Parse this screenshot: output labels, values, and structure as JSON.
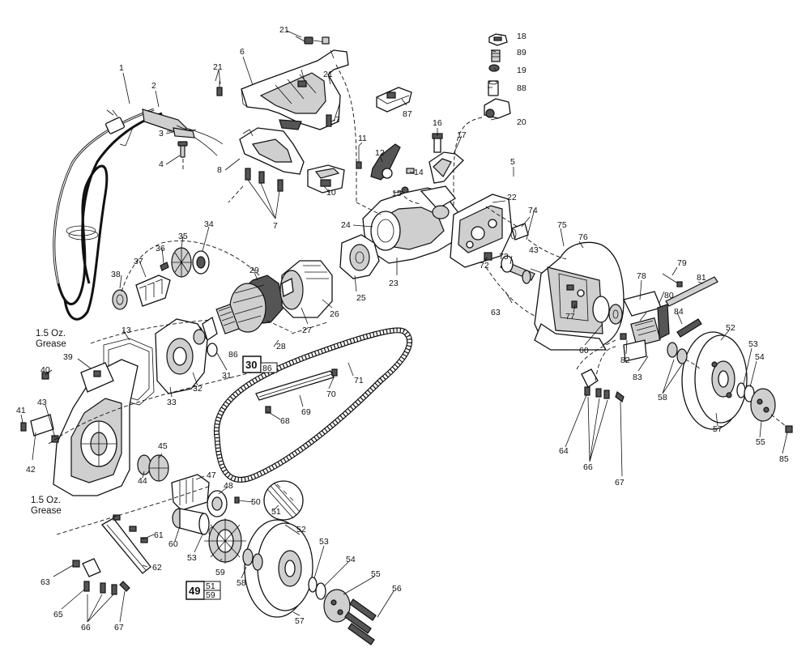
{
  "notes": {
    "grease_top": [
      "1.5 Oz.",
      "Grease"
    ],
    "grease_bottom": [
      "1.5 Oz.",
      "Grease"
    ]
  },
  "boxes": {
    "armature": {
      "main": "30",
      "sub": "86"
    },
    "sprocket": {
      "main": "49",
      "sub_top": "51",
      "sub_bottom": "59"
    }
  },
  "labels": [
    {
      "id": "l1",
      "text": "1"
    },
    {
      "id": "l2",
      "text": "2"
    },
    {
      "id": "l3",
      "text": "3"
    },
    {
      "id": "l4",
      "text": "4"
    },
    {
      "id": "l5",
      "text": "5"
    },
    {
      "id": "l6",
      "text": "6"
    },
    {
      "id": "l7a",
      "text": "7"
    },
    {
      "id": "l7b",
      "text": "7"
    },
    {
      "id": "l8",
      "text": "8"
    },
    {
      "id": "l10",
      "text": "10"
    },
    {
      "id": "l11",
      "text": "11"
    },
    {
      "id": "l12",
      "text": "12"
    },
    {
      "id": "l13",
      "text": "13"
    },
    {
      "id": "l14",
      "text": "14"
    },
    {
      "id": "l15",
      "text": "15"
    },
    {
      "id": "l16",
      "text": "16"
    },
    {
      "id": "l17",
      "text": "17"
    },
    {
      "id": "l18",
      "text": "18"
    },
    {
      "id": "l19",
      "text": "19"
    },
    {
      "id": "l20",
      "text": "20"
    },
    {
      "id": "l21a",
      "text": "21"
    },
    {
      "id": "l21b",
      "text": "21"
    },
    {
      "id": "l21c",
      "text": "21"
    },
    {
      "id": "l22",
      "text": "22"
    },
    {
      "id": "l23",
      "text": "23"
    },
    {
      "id": "l24",
      "text": "24"
    },
    {
      "id": "l25",
      "text": "25"
    },
    {
      "id": "l26",
      "text": "26"
    },
    {
      "id": "l27",
      "text": "27"
    },
    {
      "id": "l28",
      "text": "28"
    },
    {
      "id": "l29",
      "text": "29"
    },
    {
      "id": "l31",
      "text": "31"
    },
    {
      "id": "l32",
      "text": "32"
    },
    {
      "id": "l33",
      "text": "33"
    },
    {
      "id": "l34",
      "text": "34"
    },
    {
      "id": "l35",
      "text": "35"
    },
    {
      "id": "l36",
      "text": "36"
    },
    {
      "id": "l37",
      "text": "37"
    },
    {
      "id": "l38",
      "text": "38"
    },
    {
      "id": "l39",
      "text": "39"
    },
    {
      "id": "l40",
      "text": "40"
    },
    {
      "id": "l41",
      "text": "41"
    },
    {
      "id": "l42",
      "text": "42"
    },
    {
      "id": "l43a",
      "text": "43"
    },
    {
      "id": "l43b",
      "text": "43"
    },
    {
      "id": "l44",
      "text": "44"
    },
    {
      "id": "l45",
      "text": "45"
    },
    {
      "id": "l47",
      "text": "47"
    },
    {
      "id": "l48",
      "text": "48"
    },
    {
      "id": "l50",
      "text": "50"
    },
    {
      "id": "l51",
      "text": "51"
    },
    {
      "id": "l52a",
      "text": "52"
    },
    {
      "id": "l52b",
      "text": "52"
    },
    {
      "id": "l53a",
      "text": "53"
    },
    {
      "id": "l53b",
      "text": "53"
    },
    {
      "id": "l53c",
      "text": "53"
    },
    {
      "id": "l54a",
      "text": "54"
    },
    {
      "id": "l54b",
      "text": "54"
    },
    {
      "id": "l55a",
      "text": "55"
    },
    {
      "id": "l55b",
      "text": "55"
    },
    {
      "id": "l56",
      "text": "56"
    },
    {
      "id": "l57a",
      "text": "57"
    },
    {
      "id": "l57b",
      "text": "57"
    },
    {
      "id": "l58a",
      "text": "58"
    },
    {
      "id": "l58b",
      "text": "58"
    },
    {
      "id": "l59",
      "text": "59"
    },
    {
      "id": "l60a",
      "text": "60"
    },
    {
      "id": "l60b",
      "text": "60"
    },
    {
      "id": "l61",
      "text": "61"
    },
    {
      "id": "l62",
      "text": "62"
    },
    {
      "id": "l63a",
      "text": "63"
    },
    {
      "id": "l63b",
      "text": "63"
    },
    {
      "id": "l64",
      "text": "64"
    },
    {
      "id": "l65",
      "text": "65"
    },
    {
      "id": "l66a",
      "text": "66"
    },
    {
      "id": "l66b",
      "text": "66"
    },
    {
      "id": "l67a",
      "text": "67"
    },
    {
      "id": "l67b",
      "text": "67"
    },
    {
      "id": "l68",
      "text": "68"
    },
    {
      "id": "l69",
      "text": "69"
    },
    {
      "id": "l70",
      "text": "70"
    },
    {
      "id": "l71",
      "text": "71"
    },
    {
      "id": "l72",
      "text": "72"
    },
    {
      "id": "l73",
      "text": "73"
    },
    {
      "id": "l74",
      "text": "74"
    },
    {
      "id": "l75",
      "text": "75"
    },
    {
      "id": "l76",
      "text": "76"
    },
    {
      "id": "l77",
      "text": "77"
    },
    {
      "id": "l78",
      "text": "78"
    },
    {
      "id": "l79",
      "text": "79"
    },
    {
      "id": "l80",
      "text": "80"
    },
    {
      "id": "l81",
      "text": "81"
    },
    {
      "id": "l82",
      "text": "82"
    },
    {
      "id": "l83",
      "text": "83"
    },
    {
      "id": "l84",
      "text": "84"
    },
    {
      "id": "l85",
      "text": "85"
    },
    {
      "id": "l86",
      "text": "86"
    },
    {
      "id": "l87",
      "text": "87"
    },
    {
      "id": "l88",
      "text": "88"
    },
    {
      "id": "l89",
      "text": "89"
    }
  ]
}
